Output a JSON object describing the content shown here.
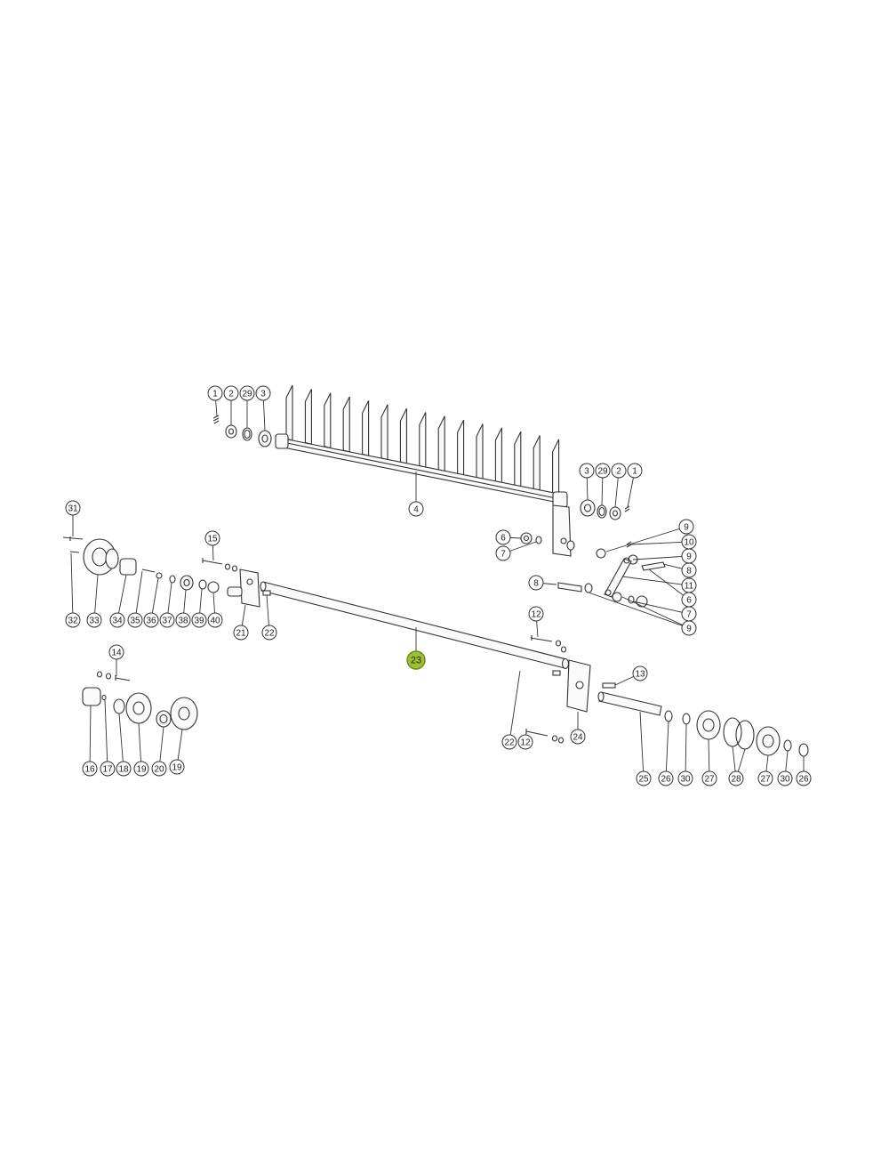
{
  "highlight_color": "#9cc232",
  "callouts": {
    "c1a": "1",
    "c2a": "2",
    "c29a": "29",
    "c3a": "3",
    "c3b": "3",
    "c29b": "29",
    "c2b": "2",
    "c1b": "1",
    "c4": "4",
    "c9a": "9",
    "c10": "10",
    "c9b": "9",
    "c8a": "8",
    "c11": "11",
    "c6a": "6",
    "c7a": "7",
    "c9c": "9",
    "c6b": "6",
    "c7b": "7",
    "c8b": "8",
    "c31": "31",
    "c32": "32",
    "c33": "33",
    "c34": "34",
    "c35": "35",
    "c36": "36",
    "c37": "37",
    "c38": "38",
    "c39": "39",
    "c40": "40",
    "c15": "15",
    "c21": "21",
    "c22a": "22",
    "c23": "23",
    "c12a": "12",
    "c13": "13",
    "c22b": "22",
    "c12b": "12",
    "c24": "24",
    "c14": "14",
    "c16": "16",
    "c17": "17",
    "c18": "18",
    "c19a": "19",
    "c20": "20",
    "c19b": "19",
    "c25": "25",
    "c26a": "26",
    "c30a": "30",
    "c27a": "27",
    "c28": "28",
    "c27b": "27",
    "c30b": "30",
    "c26b": "26"
  }
}
